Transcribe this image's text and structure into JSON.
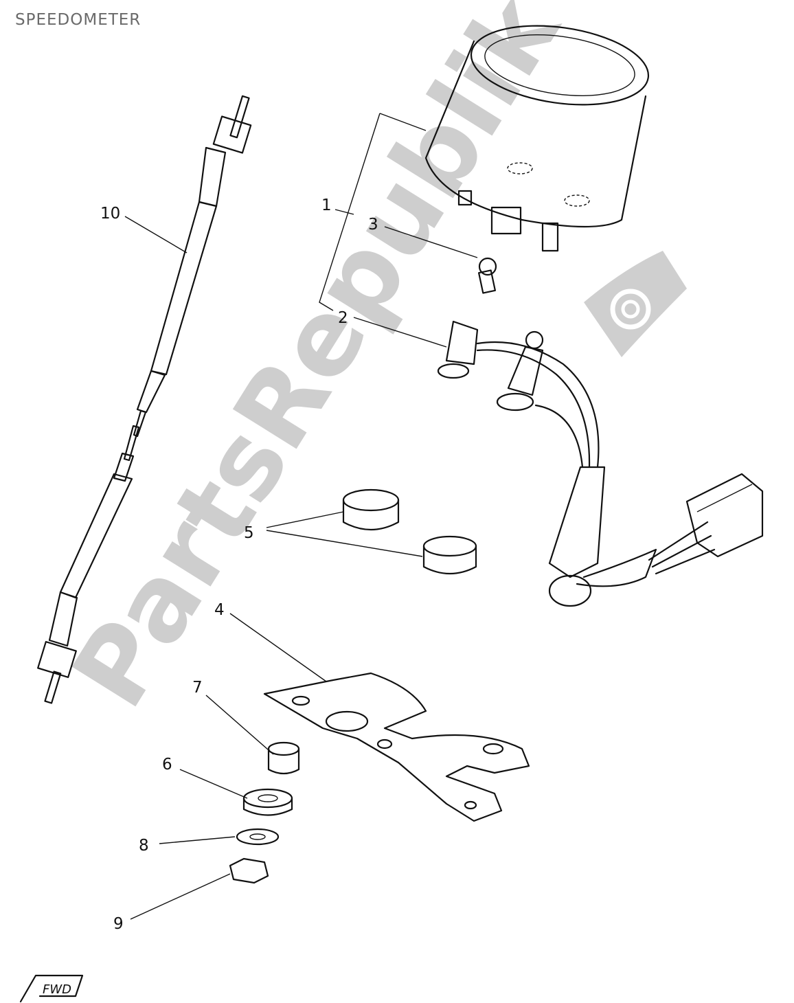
{
  "header": {
    "title": "SPEEDOMETER"
  },
  "watermark": {
    "text": "PartsRepublik"
  },
  "callouts": [
    "1",
    "2",
    "3",
    "4",
    "5",
    "6",
    "7",
    "8",
    "9",
    "10"
  ],
  "footer": {
    "direction_mark": "FWD"
  }
}
